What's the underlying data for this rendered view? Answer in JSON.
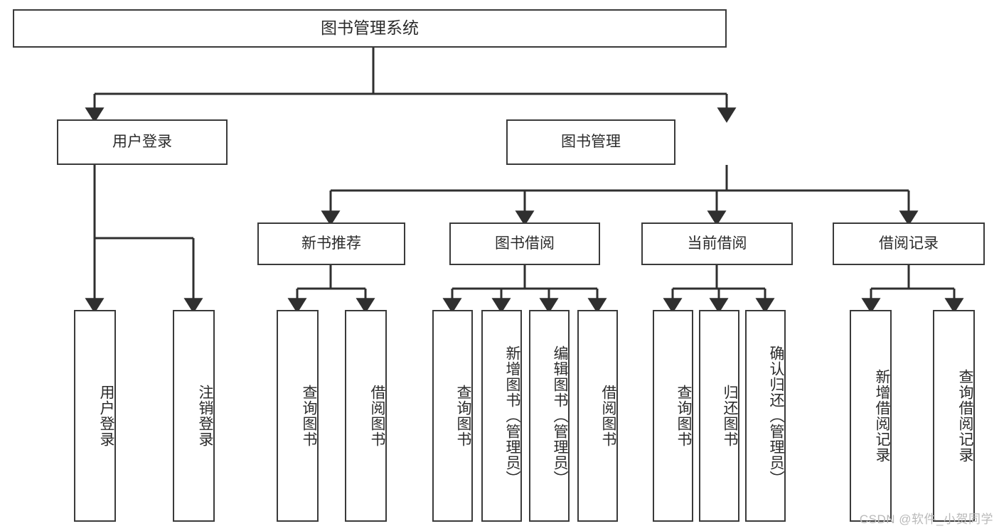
{
  "diagram": {
    "title": "图书管理系统",
    "type": "tree-hierarchy-chart",
    "root": {
      "label": "图书管理系统"
    },
    "level1": [
      {
        "label": "用户登录"
      },
      {
        "label": "图书管理"
      }
    ],
    "level2": [
      {
        "label": "新书推荐"
      },
      {
        "label": "图书借阅"
      },
      {
        "label": "当前借阅"
      },
      {
        "label": "借阅记录"
      }
    ],
    "leaves": {
      "user_login": [
        {
          "label": "用户登录"
        },
        {
          "label": "注销登录"
        }
      ],
      "new_book_recommend": [
        {
          "label": "查询图书"
        },
        {
          "label": "借阅图书"
        }
      ],
      "book_borrow": [
        {
          "label": "查询图书"
        },
        {
          "label": "新增图书（管理员）"
        },
        {
          "label": "编辑图书（管理员）"
        },
        {
          "label": "借阅图书"
        }
      ],
      "current_borrow": [
        {
          "label": "查询图书"
        },
        {
          "label": "归还图书"
        },
        {
          "label": "确认归还（管理员）"
        }
      ],
      "borrow_record": [
        {
          "label": "新增借阅记录"
        },
        {
          "label": "查询借阅记录"
        }
      ]
    }
  },
  "watermark": {
    "text": "CSDN @软件_小贺同学"
  },
  "colors": {
    "box_border": "#3a3a3a",
    "box_fill": "#ffffff",
    "line": "#2f2f2f",
    "text": "#2b2b2b",
    "watermark": "#b9b9b9",
    "background": "#ffffff"
  }
}
